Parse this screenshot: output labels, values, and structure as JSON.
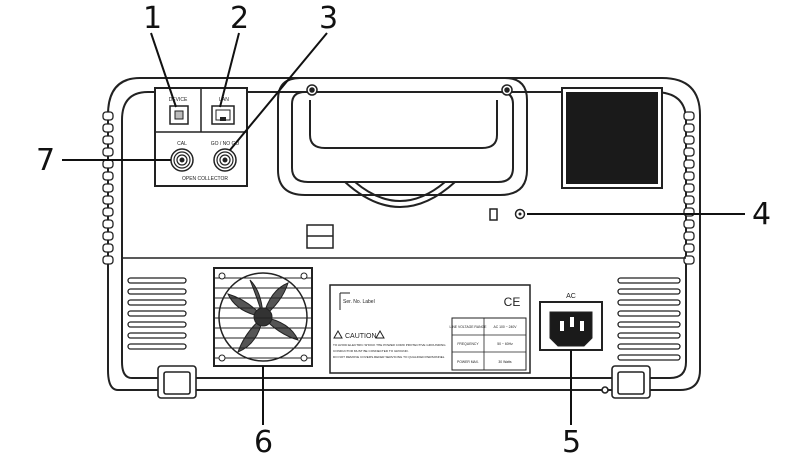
{
  "callouts": {
    "c1": "1",
    "c2": "2",
    "c3": "3",
    "c4": "4",
    "c5": "5",
    "c6": "6",
    "c7": "7"
  },
  "ports": {
    "device_label": "DEVICE",
    "lan_label": "LAN",
    "cal_label": "CAL",
    "go_nogo_label": "GO / NO GO",
    "open_collector_label": "OPEN COLLECTOR",
    "ac_label": "AC"
  },
  "label_plate": {
    "ser_no": "Ser. No. Label",
    "caution_title": "CAUTION",
    "caution_line1": "TO AVOID ELECTRIC SHOCK THE POWER CORD PROTECTIVE GROUNDING",
    "caution_line2": "CONDUCTOR MUST BE CONNECTED TO GROUND.",
    "caution_line3": "DO NOT REMOVE COVERS.REFER SERVICING TO QUALIFIED PERSONNEL",
    "ce_mark": "CE",
    "spec_rows": [
      {
        "name": "LINE VOLTAGE RANGE",
        "value": "AC 100 ~ 240V"
      },
      {
        "name": "FREQUENCY",
        "value": "50 ~ 60Hz"
      },
      {
        "name": "POWER MAX.",
        "value": "30 Watts"
      }
    ]
  },
  "icons": [
    "usb-device-port-icon",
    "lan-port-icon",
    "bnc-connector-icon",
    "ground-terminal-icon",
    "security-slot-icon",
    "fan-icon",
    "ac-inlet-icon"
  ]
}
